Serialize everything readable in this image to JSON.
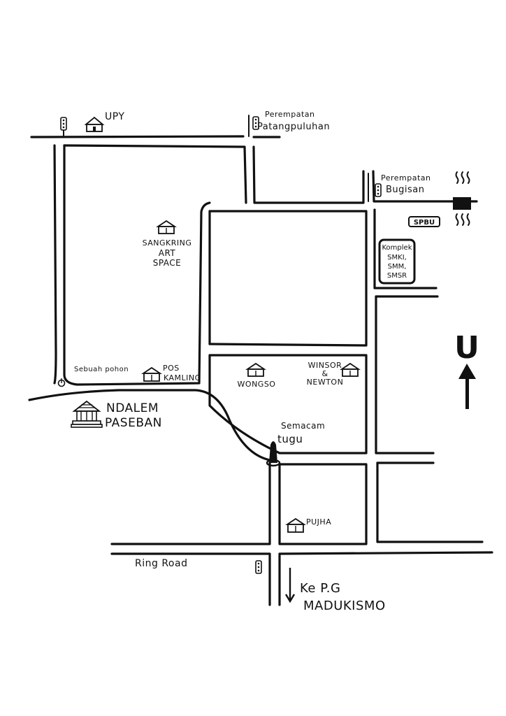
{
  "labels": {
    "upy": "UPY",
    "perempatan_patang": "Perempatan",
    "patangpuluhan": "Patangpuluhan",
    "perempatan_bugisan": "Perempatan",
    "bugisan": "Bugisan",
    "spbu": "SPBU",
    "komplek": "Komplek",
    "smki": "SMKI,",
    "smm": "SMM,",
    "smsr": "SMSR",
    "sangkring1": "SANGKRING",
    "sangkring2": "ART",
    "sangkring3": "SPACE",
    "sebuah_pohon": "Sebuah pohon",
    "pos1": "POS",
    "pos2": "KAMLING",
    "wongso": "WONGSO",
    "winsor1": "WINSOR",
    "winsor2": "&",
    "winsor3": "NEWTON",
    "ndalem1": "NDALEM",
    "ndalem2": "PASEBAN",
    "semacam": "Semacam",
    "tugu": "tugu",
    "pujha": "PUJHA",
    "ring_road": "Ring Road",
    "ke_pg": "Ke P.G",
    "madukismo": "MADUKISMO",
    "north": "U"
  },
  "colors": {
    "ink": "#111111",
    "paper": "#ffffff"
  },
  "icons": [
    "traffic-light-icon",
    "house-icon",
    "pendopo-icon",
    "tree-icon",
    "monument-icon",
    "railway-icon",
    "north-arrow-icon"
  ]
}
